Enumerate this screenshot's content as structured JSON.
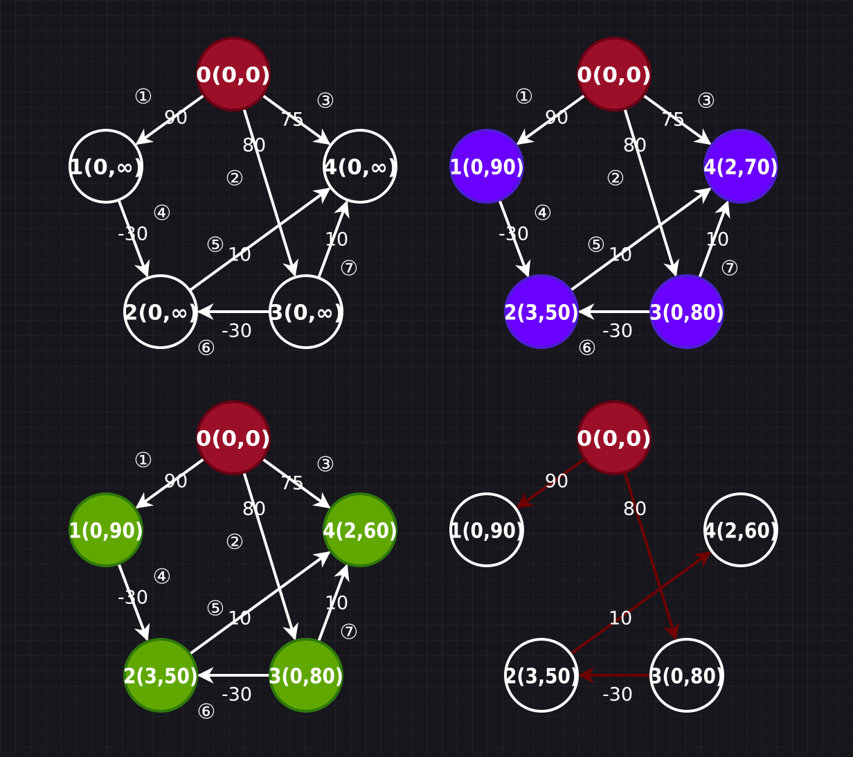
{
  "colors": {
    "background": "#17161d",
    "white": "#ffffff",
    "source_fill": "#9b1028",
    "source_stroke": "#6b0014",
    "purple_fill": "#6a00ff",
    "purple_stroke": "#4d1ed0",
    "green_fill": "#60a800",
    "green_stroke": "#2f7a0a",
    "tree_edge": "#6e0000"
  },
  "panels": [
    {
      "id": "top-left",
      "nodes": [
        {
          "id": 0,
          "label": "0(0,0)",
          "style": "source"
        },
        {
          "id": 1,
          "label": "1(0,∞)",
          "style": "plain"
        },
        {
          "id": 2,
          "label": "2(0,∞)",
          "style": "plain"
        },
        {
          "id": 3,
          "label": "3(0,∞)",
          "style": "plain"
        },
        {
          "id": 4,
          "label": "4(0,∞)",
          "style": "plain"
        }
      ],
      "edges": [
        {
          "from": 0,
          "to": 1,
          "weight": "90",
          "order": "①"
        },
        {
          "from": 0,
          "to": 3,
          "weight": "80",
          "order": "②"
        },
        {
          "from": 0,
          "to": 4,
          "weight": "75",
          "order": "③"
        },
        {
          "from": 1,
          "to": 2,
          "weight": "-30",
          "order": "④"
        },
        {
          "from": 2,
          "to": 4,
          "weight": "10",
          "order": "⑤"
        },
        {
          "from": 3,
          "to": 2,
          "weight": "-30",
          "order": "⑥"
        },
        {
          "from": 3,
          "to": 4,
          "weight": "10",
          "order": "⑦"
        }
      ]
    },
    {
      "id": "top-right",
      "nodes": [
        {
          "id": 0,
          "label": "0(0,0)",
          "style": "source"
        },
        {
          "id": 1,
          "label": "1(0,90)",
          "style": "purple"
        },
        {
          "id": 2,
          "label": "2(3,50)",
          "style": "purple"
        },
        {
          "id": 3,
          "label": "3(0,80)",
          "style": "purple"
        },
        {
          "id": 4,
          "label": "4(2,70)",
          "style": "purple"
        }
      ],
      "edges": [
        {
          "from": 0,
          "to": 1,
          "weight": "90",
          "order": "①"
        },
        {
          "from": 0,
          "to": 3,
          "weight": "80",
          "order": "②"
        },
        {
          "from": 0,
          "to": 4,
          "weight": "75",
          "order": "③"
        },
        {
          "from": 1,
          "to": 2,
          "weight": "-30",
          "order": "④"
        },
        {
          "from": 2,
          "to": 4,
          "weight": "10",
          "order": "⑤"
        },
        {
          "from": 3,
          "to": 2,
          "weight": "-30",
          "order": "⑥"
        },
        {
          "from": 3,
          "to": 4,
          "weight": "10",
          "order": "⑦"
        }
      ]
    },
    {
      "id": "bottom-left",
      "nodes": [
        {
          "id": 0,
          "label": "0(0,0)",
          "style": "source"
        },
        {
          "id": 1,
          "label": "1(0,90)",
          "style": "green"
        },
        {
          "id": 2,
          "label": "2(3,50)",
          "style": "green"
        },
        {
          "id": 3,
          "label": "3(0,80)",
          "style": "green"
        },
        {
          "id": 4,
          "label": "4(2,60)",
          "style": "green"
        }
      ],
      "edges": [
        {
          "from": 0,
          "to": 1,
          "weight": "90",
          "order": "①"
        },
        {
          "from": 0,
          "to": 3,
          "weight": "80",
          "order": "②"
        },
        {
          "from": 0,
          "to": 4,
          "weight": "75",
          "order": "③"
        },
        {
          "from": 1,
          "to": 2,
          "weight": "-30",
          "order": "④"
        },
        {
          "from": 2,
          "to": 4,
          "weight": "10",
          "order": "⑤"
        },
        {
          "from": 3,
          "to": 2,
          "weight": "-30",
          "order": "⑥"
        },
        {
          "from": 3,
          "to": 4,
          "weight": "10",
          "order": "⑦"
        }
      ]
    },
    {
      "id": "bottom-right",
      "nodes": [
        {
          "id": 0,
          "label": "0(0,0)",
          "style": "source"
        },
        {
          "id": 1,
          "label": "1(0,90)",
          "style": "plain"
        },
        {
          "id": 2,
          "label": "2(3,50)",
          "style": "plain"
        },
        {
          "id": 3,
          "label": "3(0,80)",
          "style": "plain"
        },
        {
          "id": 4,
          "label": "4(2,60)",
          "style": "plain"
        }
      ],
      "edges": [
        {
          "from": 0,
          "to": 1,
          "weight": "90",
          "order": "",
          "style": "tree"
        },
        {
          "from": 0,
          "to": 3,
          "weight": "80",
          "order": "",
          "style": "tree"
        },
        {
          "from": 2,
          "to": 4,
          "weight": "10",
          "order": "",
          "style": "tree"
        },
        {
          "from": 3,
          "to": 2,
          "weight": "-30",
          "order": "",
          "style": "tree"
        }
      ]
    }
  ]
}
